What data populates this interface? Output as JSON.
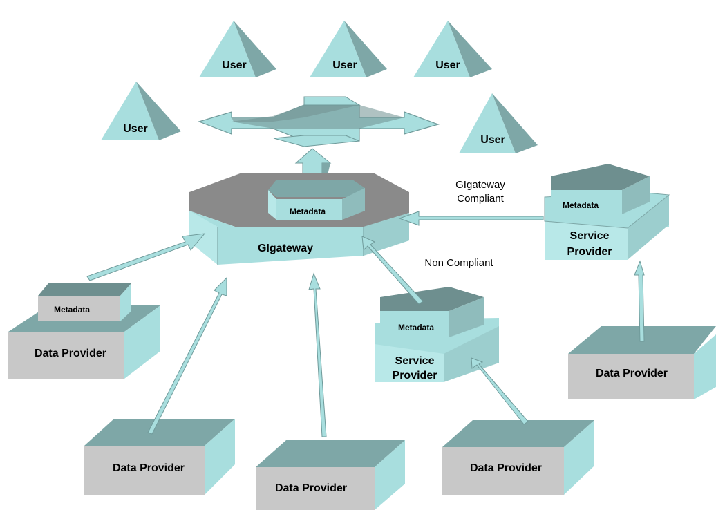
{
  "diagram": {
    "colors": {
      "front": "#a8dede",
      "shade": "#7ea7a7",
      "dark_top": "#6e8f8f",
      "grey_face": "#c8c8c8",
      "octagon_top": "#8a8a8a",
      "arrow": "#a8dede",
      "arrow_edge": "#6f9a9a"
    },
    "users": [
      "User",
      "User",
      "User",
      "User",
      "User"
    ],
    "gateway": {
      "label": "GIgateway",
      "metadata": "Metadata"
    },
    "service_providers": [
      {
        "label_line1": "Service",
        "label_line2": "Provider",
        "metadata": "Metadata"
      },
      {
        "label_line1": "Service",
        "label_line2": "Provider",
        "metadata": "Metadata"
      }
    ],
    "data_providers": [
      "Data Provider",
      "Data Provider",
      "Data Provider",
      "Data Provider",
      "Data Provider"
    ],
    "left_metadata": "Metadata",
    "annotations": {
      "compliant_line1": "GIgateway",
      "compliant_line2": "Compliant",
      "non_compliant": "Non Compliant"
    }
  }
}
